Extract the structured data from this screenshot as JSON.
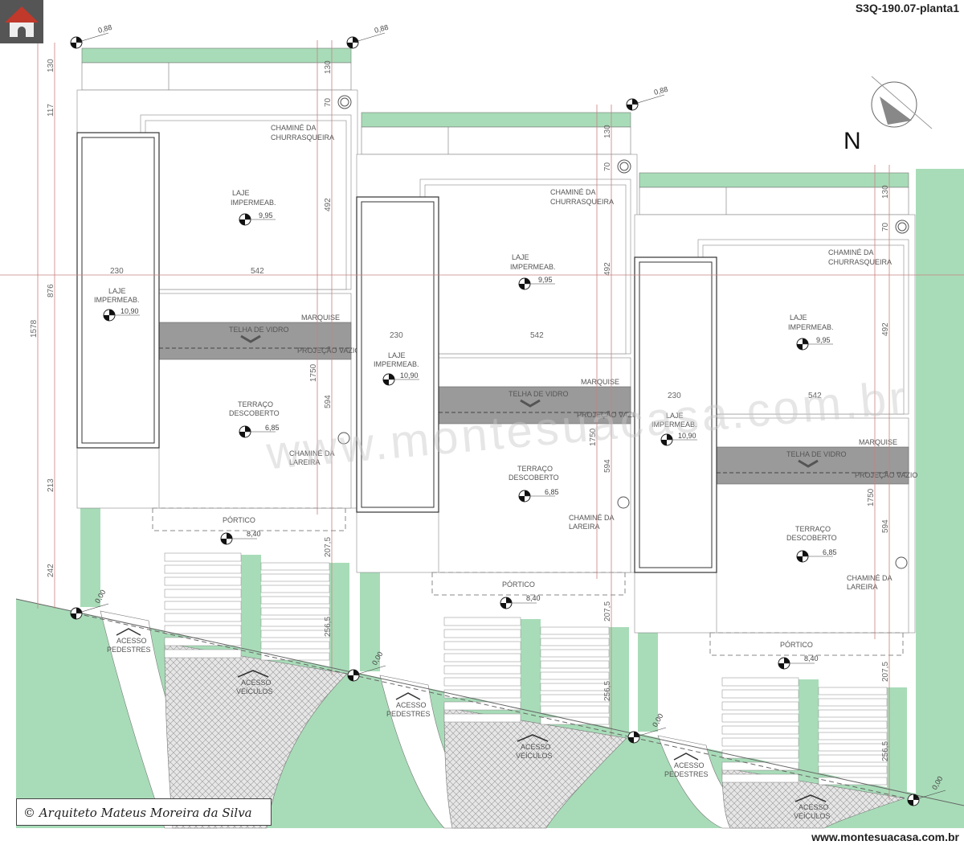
{
  "header": {
    "drawing_code": "S3Q-190.07-planta1"
  },
  "footer": {
    "website": "www.montesuacasa.com.br",
    "copyright": "© Arquiteto Mateus Moreira da Silva"
  },
  "watermark": "www.montesuacasa.com.br",
  "compass": {
    "north_label": "N"
  },
  "levels": {
    "top": "0,88",
    "ground": "0,00"
  },
  "unit": {
    "chimney_bbq": [
      "CHAMINÉ  DA",
      "CHURRASQUEIRA"
    ],
    "roof_upper": {
      "label": [
        "LAJE",
        "IMPERMEAB."
      ],
      "level": "9,95"
    },
    "roof_tower": {
      "label": [
        "LAJE",
        "IMPERMEAB."
      ],
      "level": "10,90"
    },
    "marquise": "MARQUISE",
    "glass_roof": "TELHA DE VIDRO",
    "void_projection": "PROJEÇÃO VAZIO",
    "terrace": {
      "label": [
        "TERRAÇO",
        "DESCOBERTO"
      ],
      "level": "6,85"
    },
    "chimney_fireplace": [
      "CHAMINÉ  DA",
      "LAREIRA"
    ],
    "portico": {
      "label": "PÓRTICO",
      "level": "8,40"
    },
    "pedestrian_access": [
      "ACESSO",
      "PEDESTRES"
    ],
    "vehicle_access": [
      "ACESSO",
      "VEÍCULOS"
    ],
    "dims": {
      "w_tower": "230",
      "w_main": "542",
      "d130": "130",
      "d70": "70",
      "d492": "492",
      "d1750": "1750",
      "d594": "594",
      "d2075": "207,5",
      "d2565": "256,5"
    }
  },
  "left_dims": {
    "d130": "130",
    "d117": "117",
    "d876": "876",
    "d1578": "1578",
    "d213": "213",
    "d242": "242"
  },
  "colors": {
    "green": "#a8dcb8",
    "gray": "#9a9a9a",
    "red": "#c88080"
  }
}
